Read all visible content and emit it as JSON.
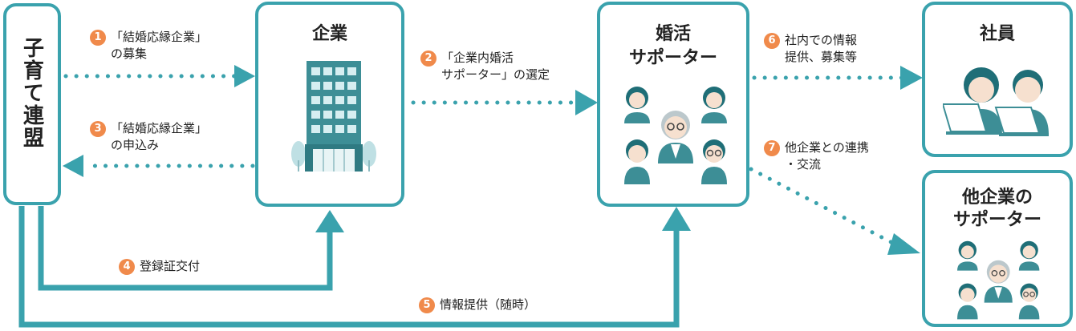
{
  "boxes": {
    "kosodate": "子育て連盟",
    "kigyo": "企業",
    "konkatsu": [
      "婚活",
      "サポーター"
    ],
    "shain": "社員",
    "takigyo": [
      "他企業の",
      "サポーター"
    ]
  },
  "steps": [
    {
      "num": "1",
      "lines": [
        "「結婚応縁企業」",
        "の募集"
      ]
    },
    {
      "num": "2",
      "lines": [
        "「企業内婚活",
        "サポーター」の選定"
      ]
    },
    {
      "num": "3",
      "lines": [
        "「結婚応縁企業」",
        "の申込み"
      ]
    },
    {
      "num": "4",
      "lines": [
        "登録証交付"
      ]
    },
    {
      "num": "5",
      "lines": [
        "情報提供（随時）"
      ]
    },
    {
      "num": "6",
      "lines": [
        "社内での情報",
        "提供、募集等"
      ]
    },
    {
      "num": "7",
      "lines": [
        "他企業との連携",
        "・交流"
      ]
    }
  ],
  "colors": {
    "teal": "#3aa2ad",
    "orange": "#f08a4b",
    "skin": "#f6e0cf",
    "hair": "#1f6e77"
  },
  "icons": [
    "building-icon",
    "supporter-group-icon",
    "employees-icon",
    "other-supporters-icon"
  ]
}
